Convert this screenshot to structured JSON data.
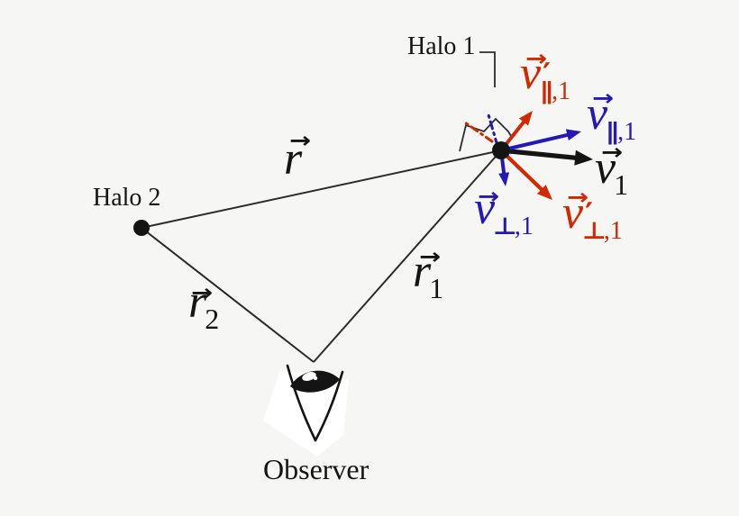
{
  "colors": {
    "red": "#d22800",
    "blue": "#2518b5",
    "ink": "#141414",
    "line": "#2b2b2b",
    "bg": "#f6f6f5",
    "white": "#ffffff"
  },
  "labels": {
    "halo1": "Halo 1",
    "halo2": "Halo 2",
    "observer": "Observer"
  },
  "vector_labels": {
    "r": {
      "letter": "r",
      "arrow": "→"
    },
    "r1": {
      "letter": "r",
      "arrow": "→",
      "sub": "1"
    },
    "r2": {
      "letter": "r",
      "arrow": "→",
      "sub": "2"
    },
    "v1": {
      "letter": "v",
      "arrow": "→",
      "sub": "1"
    },
    "v_parallel_1": {
      "letter": "v",
      "arrow": "→",
      "sub_symbol": "∥",
      "sub_rest": ",1"
    },
    "v_perp_1": {
      "letter": "v",
      "arrow": "→",
      "sub_symbol": "⊥",
      "sub_rest": ",1"
    },
    "v_parallel_1_prime": {
      "letter": "v",
      "arrow": "→",
      "prime": "′",
      "sub_symbol": "∥",
      "sub_rest": ",1"
    },
    "v_perp_1_prime": {
      "letter": "v",
      "arrow": "→",
      "prime": "′",
      "sub_symbol": "⊥",
      "sub_rest": ",1"
    }
  }
}
